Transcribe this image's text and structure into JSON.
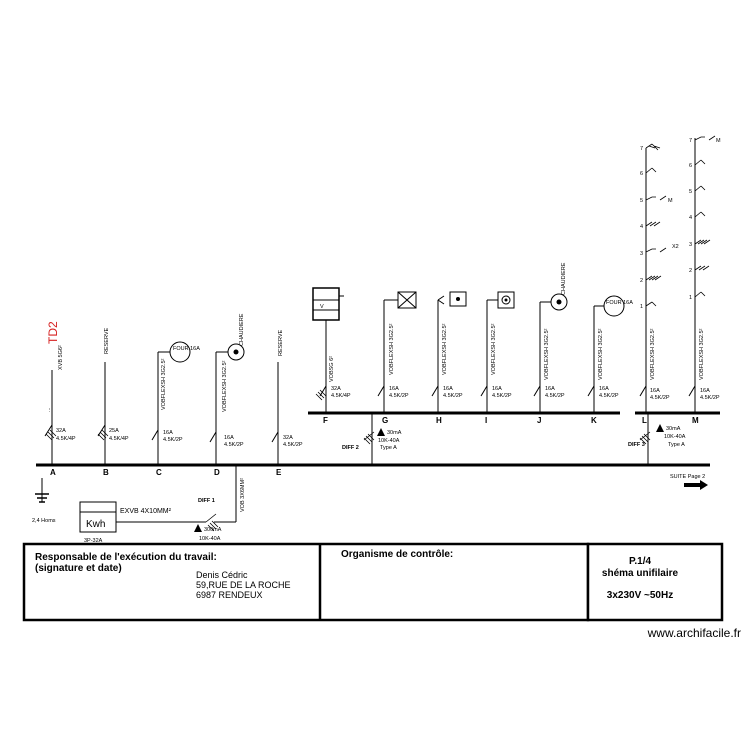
{
  "board_label": "TD2",
  "circuits": [
    {
      "letter": "A",
      "cable": "XVB 5G6²",
      "breaker": "32A",
      "rating": "4.5K/4P"
    },
    {
      "letter": "B",
      "cable": "RESERVE",
      "breaker": "25A",
      "rating": "4.5K/4P"
    },
    {
      "letter": "C",
      "cable": "VOBFLEXSH 3G2.5²",
      "breaker": "16A",
      "rating": "4.5K/2P",
      "device": "FOUR 16A"
    },
    {
      "letter": "D",
      "cable": "VOBFLEXSH 3G2.5²",
      "breaker": "16A",
      "rating": "4.5K/2P",
      "device": "CHAUDIERE"
    },
    {
      "letter": "E",
      "cable": "RESERVE",
      "breaker": "32A",
      "rating": "4.5K/2P"
    },
    {
      "letter": "F",
      "cable": "VOBSG 6²",
      "breaker": "32A",
      "rating": "4.5K/4P"
    },
    {
      "letter": "G",
      "cable": "VOBFLEXSH 3G2.5²",
      "breaker": "16A",
      "rating": "4.5K/2P"
    },
    {
      "letter": "H",
      "cable": "VOBFLEXSH 3G2.5²",
      "breaker": "16A",
      "rating": "4.5K/2P"
    },
    {
      "letter": "I",
      "cable": "VOBFLEXSH 3G2.5²",
      "breaker": "16A",
      "rating": "4.5K/2P"
    },
    {
      "letter": "J",
      "cable": "VOBFLEXSH 3G2.5²",
      "breaker": "16A",
      "rating": "4.5K/2P",
      "device": "CHAUDIERE"
    },
    {
      "letter": "K",
      "cable": "VOBFLEXSH 3G2.5²",
      "breaker": "16A",
      "rating": "4.5K/2P",
      "device": "FOUR 16A"
    },
    {
      "letter": "L",
      "cable": "VOBFLEXSH 3G2.5²",
      "breaker": "16A",
      "rating": "4.5K/2P"
    },
    {
      "letter": "M",
      "cable": "VOBFLEXSH 3G2.5²",
      "breaker": "16A",
      "rating": "4.5K/2P"
    }
  ],
  "diff2": {
    "label": "DIFF 2",
    "rating": "10K-40A",
    "type": "Type A",
    "sensitivity": "30mA"
  },
  "diff3": {
    "label": "DIFF 3",
    "rating": "10K-40A",
    "type": "Type A",
    "sensitivity": "30mA"
  },
  "diff1": {
    "label": "DIFF 1",
    "rating": "10K-40A",
    "sensitivity": "300mA"
  },
  "supply_cable": "EXVB 4X10MM²",
  "meter": {
    "label": "Kwh",
    "rating": "3P-32A"
  },
  "earth_label": "2,4 Homs",
  "riser_cable": "VOB 3X6MM²",
  "suite": "SUITE Page 2",
  "column_l_points": [
    "7",
    "6",
    "5",
    "4",
    "3",
    "2",
    "1"
  ],
  "column_m_points": [
    "7",
    "6",
    "5",
    "4",
    "3",
    "2",
    "1"
  ],
  "column_l_x2": "X2",
  "motor_mark": "M",
  "titleblock": {
    "responsible_title": "Responsable de l'exécution du travail:",
    "responsible_sub": "(signature et date)",
    "name": "Denis Cédric",
    "street": "59,RUE DE LA ROCHE",
    "city": "6987 RENDEUX",
    "control_title": "Organisme de contrôle:",
    "page": "P.1/4",
    "doc_title": "shéma unifilaire",
    "voltage": "3x230V ~50Hz"
  },
  "watermark": "www.archifacile.fr"
}
